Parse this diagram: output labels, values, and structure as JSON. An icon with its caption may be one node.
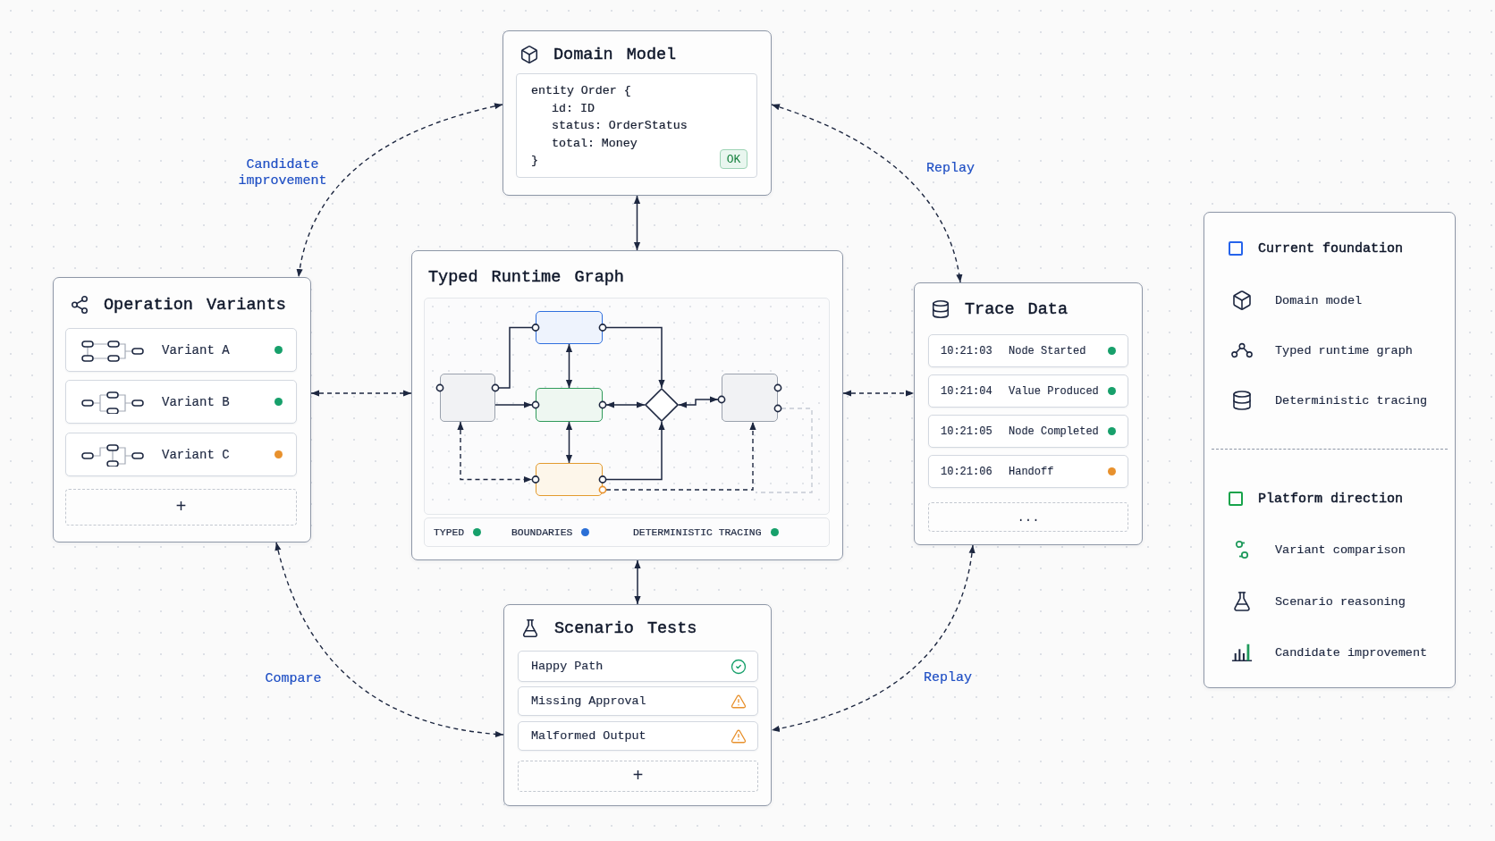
{
  "diagram": {
    "nodes": [
      {
        "text": [
          "Domain Model"
        ]
      },
      {
        "text": [
          "entity Order {",
          "id: ID",
          "status: OrderStatus",
          "total: Money",
          "}"
        ],
        "in": 0
      },
      {
        "text": [
          "OK"
        ],
        "in": 1
      },
      {
        "text": [
          "Operation Variants"
        ]
      },
      {
        "text": [
          "Variant A"
        ],
        "in": 3
      },
      {
        "text": [
          "Variant B"
        ],
        "in": 3
      },
      {
        "text": [
          "Variant C"
        ],
        "in": 3
      },
      {
        "text": [
          "+"
        ],
        "in": 3
      },
      {
        "text": [
          "Typed Runtime Graph"
        ]
      },
      {
        "text": [],
        "shape": "box",
        "in": 8
      },
      {
        "text": [],
        "shape": "box",
        "in": 8
      },
      {
        "text": [],
        "shape": "box",
        "in": 8
      },
      {
        "text": [],
        "shape": "box",
        "in": 8
      },
      {
        "text": [],
        "shape": "diamond",
        "in": 8
      },
      {
        "text": [],
        "shape": "box",
        "in": 8
      },
      {
        "text": [
          "TYPED",
          "BOUNDARIES",
          "DETERMINISTIC TRACING"
        ],
        "in": 8
      },
      {
        "text": [
          "Trace Data"
        ]
      },
      {
        "text": [
          "10:21:03",
          "Node Started"
        ],
        "in": 16
      },
      {
        "text": [
          "10:21:04",
          "Value Produced"
        ],
        "in": 16
      },
      {
        "text": [
          "10:21:05",
          "Node Completed"
        ],
        "in": 16
      },
      {
        "text": [
          "10:21:06",
          "Handoff"
        ],
        "in": 16
      },
      {
        "text": [
          "..."
        ],
        "in": 16
      },
      {
        "text": [
          "Scenario Tests"
        ]
      },
      {
        "text": [
          "Happy Path"
        ],
        "in": 22
      },
      {
        "text": [
          "Missing Approval"
        ],
        "in": 22
      },
      {
        "text": [
          "Malformed Output"
        ],
        "in": 22
      },
      {
        "text": [
          "+"
        ],
        "in": 22
      }
    ],
    "edges": [
      {
        "from": 0,
        "to": 3,
        "arrow": "both",
        "style": "dashed",
        "label": "Candidate improvement"
      },
      {
        "from": 0,
        "to": 16,
        "arrow": "both",
        "style": "dashed",
        "label": "Replay"
      },
      {
        "from": 0,
        "to": 8,
        "arrow": "both"
      },
      {
        "from": 3,
        "to": 8,
        "arrow": "both",
        "style": "dashed"
      },
      {
        "from": 8,
        "to": 16,
        "arrow": "both",
        "style": "dashed"
      },
      {
        "from": 8,
        "to": 22,
        "arrow": "both"
      },
      {
        "from": 3,
        "to": 22,
        "arrow": "both",
        "style": "dashed",
        "label": "Compare"
      },
      {
        "from": 16,
        "to": 22,
        "arrow": "both",
        "style": "dashed",
        "label": "Replay"
      },
      {
        "from": 9,
        "to": 10,
        "arrow": "other"
      },
      {
        "from": 9,
        "to": 11,
        "arrow": "to"
      },
      {
        "from": 10,
        "to": 11,
        "arrow": "both"
      },
      {
        "from": 11,
        "to": 12,
        "arrow": "both"
      },
      {
        "from": 10,
        "to": 13,
        "arrow": "to"
      },
      {
        "from": 11,
        "to": 13,
        "arrow": "both"
      },
      {
        "from": 12,
        "to": 13,
        "arrow": "to"
      },
      {
        "from": 13,
        "to": 14,
        "arrow": "both"
      },
      {
        "from": 9,
        "to": 12,
        "arrow": "both",
        "style": "dashed"
      },
      {
        "from": 12,
        "to": 14,
        "arrow": "to",
        "style": "dashed"
      },
      {
        "from": 14,
        "to": null,
        "arrow": "none",
        "style": "dashed",
        "color": "#c5cad3"
      }
    ],
    "legend": [
      {
        "text": "Current foundation",
        "color": "#2563eb"
      },
      {
        "text": "Domain model"
      },
      {
        "text": "Typed runtime graph"
      },
      {
        "text": "Deterministic tracing"
      },
      {
        "text": "Platform direction",
        "color": "#16a34a"
      },
      {
        "text": "Variant comparison"
      },
      {
        "text": "Scenario reasoning"
      },
      {
        "text": "Candidate improvement"
      }
    ]
  }
}
